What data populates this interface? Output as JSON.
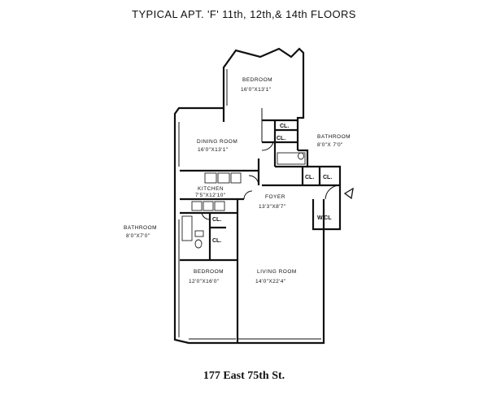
{
  "title": "TYPICAL APT. 'F' 11th, 12th,& 14th FLOORS",
  "address": "177 East 75th St.",
  "rooms": {
    "bedroom_top": {
      "name": "BEDROOM",
      "dims": "16'0\"X13'1\""
    },
    "dining_room": {
      "name": "DINING ROOM",
      "dims": "16'0\"X13'1\""
    },
    "bathroom_right": {
      "name": "BATHROOM",
      "dims": "8'0\"X 7'0\""
    },
    "kitchen": {
      "name": "KITCHEN",
      "dims": "7'5\"X12'10\""
    },
    "foyer": {
      "name": "FOYER",
      "dims": "13'3\"X8'7\""
    },
    "bathroom_left": {
      "name": "BATHROOM",
      "dims": "8'0\"X7'0\""
    },
    "bedroom_bottom": {
      "name": "BEDROOM",
      "dims": "12'0\"X16'0\""
    },
    "living_room": {
      "name": "LIVING ROOM",
      "dims": "14'0\"X22'4\""
    }
  },
  "closets": {
    "cl_top1": "CL.",
    "cl_top2": "CL.",
    "cl_foyer1": "CL.",
    "cl_foyer2": "CL.",
    "wcl": "W.CL",
    "cl_left1": "CL.",
    "cl_left2": "CL."
  }
}
